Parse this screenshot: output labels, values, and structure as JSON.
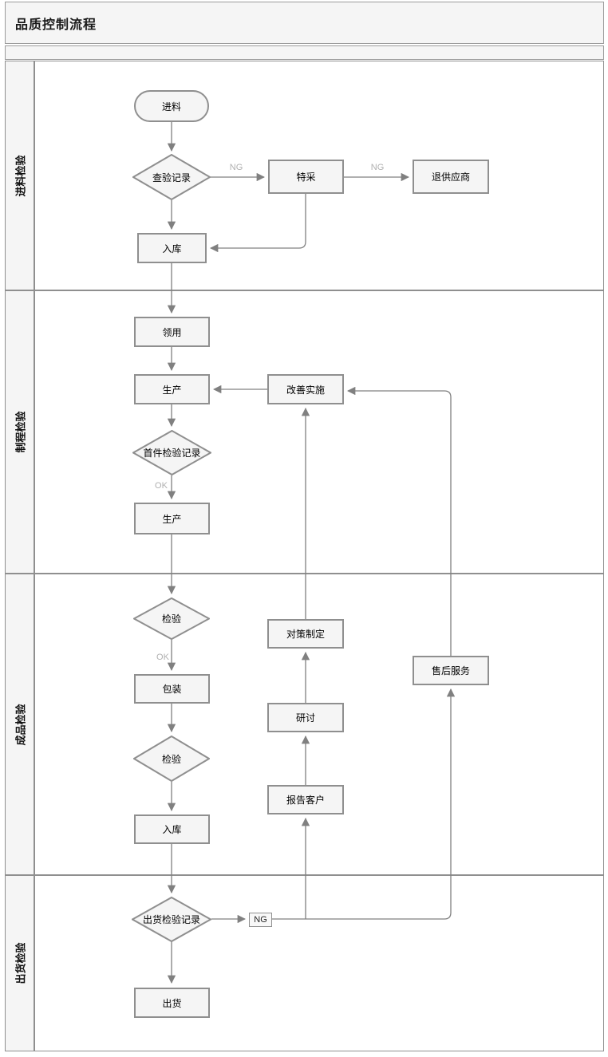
{
  "title": "品质控制流程",
  "lanes": [
    {
      "label": "进料检验"
    },
    {
      "label": "制程检验"
    },
    {
      "label": "成品检验"
    },
    {
      "label": "出货检验"
    }
  ],
  "nodes": {
    "start": {
      "label": "进料",
      "type": "start"
    },
    "check_record": {
      "label": "查验记录",
      "type": "decision"
    },
    "special_adopt": {
      "label": "特采",
      "type": "process"
    },
    "return_supplier": {
      "label": "退供应商",
      "type": "process"
    },
    "warehouse_in_1": {
      "label": "入库",
      "type": "process"
    },
    "material_issue": {
      "label": "领用",
      "type": "process"
    },
    "production_1": {
      "label": "生产",
      "type": "process"
    },
    "improvement": {
      "label": "改善实施",
      "type": "process"
    },
    "first_article": {
      "label": "首件检验记录",
      "type": "decision"
    },
    "production_2": {
      "label": "生产",
      "type": "process"
    },
    "inspection_1": {
      "label": "检验",
      "type": "decision"
    },
    "packaging": {
      "label": "包装",
      "type": "process"
    },
    "countermeasure": {
      "label": "对策制定",
      "type": "process"
    },
    "discussion": {
      "label": "研讨",
      "type": "process"
    },
    "after_sales": {
      "label": "售后服务",
      "type": "process"
    },
    "inspection_2": {
      "label": "检验",
      "type": "decision"
    },
    "report_customer": {
      "label": "报告客户",
      "type": "process"
    },
    "warehouse_in_2": {
      "label": "入库",
      "type": "process"
    },
    "shipping_check": {
      "label": "出货检验记录",
      "type": "decision"
    },
    "ng_connector": {
      "label": "NG",
      "type": "connector"
    },
    "shipment": {
      "label": "出货",
      "type": "process"
    }
  },
  "edge_labels": {
    "ng1": "NG",
    "ng2": "NG",
    "ok1": "OK",
    "ok2": "OK"
  },
  "edges": [
    {
      "from": "start",
      "to": "check_record"
    },
    {
      "from": "check_record",
      "to": "special_adopt",
      "label": "NG"
    },
    {
      "from": "special_adopt",
      "to": "return_supplier",
      "label": "NG"
    },
    {
      "from": "check_record",
      "to": "warehouse_in_1"
    },
    {
      "from": "special_adopt",
      "to": "warehouse_in_1"
    },
    {
      "from": "warehouse_in_1",
      "to": "material_issue"
    },
    {
      "from": "material_issue",
      "to": "production_1"
    },
    {
      "from": "improvement",
      "to": "production_1"
    },
    {
      "from": "production_1",
      "to": "first_article"
    },
    {
      "from": "first_article",
      "to": "production_2",
      "label": "OK"
    },
    {
      "from": "production_2",
      "to": "inspection_1"
    },
    {
      "from": "inspection_1",
      "to": "packaging",
      "label": "OK"
    },
    {
      "from": "packaging",
      "to": "inspection_2"
    },
    {
      "from": "inspection_2",
      "to": "warehouse_in_2"
    },
    {
      "from": "warehouse_in_2",
      "to": "shipping_check"
    },
    {
      "from": "shipping_check",
      "to": "shipment"
    },
    {
      "from": "shipping_check",
      "to": "ng_connector"
    },
    {
      "from": "ng_connector",
      "to": "report_customer"
    },
    {
      "from": "ng_connector",
      "to": "after_sales"
    },
    {
      "from": "report_customer",
      "to": "discussion"
    },
    {
      "from": "discussion",
      "to": "countermeasure"
    },
    {
      "from": "countermeasure",
      "to": "improvement"
    },
    {
      "from": "after_sales",
      "to": "improvement"
    }
  ],
  "colors": {
    "node_fill": "#f5f5f5",
    "node_border": "#8f8f8f",
    "connector": "#808080",
    "edge_label": "#b0b0b0",
    "lane_fill": "#f5f5f5"
  }
}
